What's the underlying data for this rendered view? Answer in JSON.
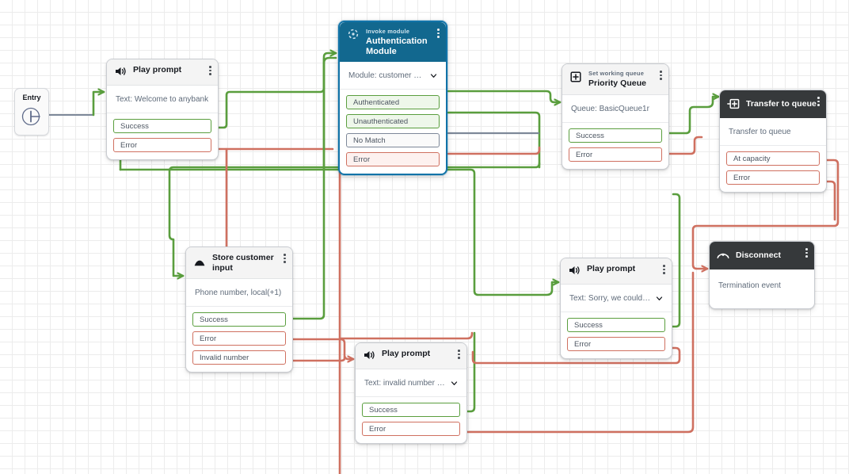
{
  "canvas": {
    "background": "#ffffff",
    "grid_color": "#ececec"
  },
  "palette": {
    "success_green": "#5a9e3e",
    "error_red": "#cf7060",
    "neutral_gray": "#7d8899",
    "selected_blue": "#1173a8",
    "teal_header": "#12688f",
    "dark_header": "#36393b"
  },
  "entry": {
    "label": "Entry",
    "icon": "entry-port-icon"
  },
  "nodes": [
    {
      "id": "play-prompt-welcome",
      "type_label": "",
      "title": "Play prompt",
      "icon": "speaker-icon",
      "body": "Text: Welcome to anybank",
      "has_chevron": false,
      "header_style": "light",
      "selected": false,
      "ports": [
        {
          "label": "Success",
          "kind": "ok"
        },
        {
          "label": "Error",
          "kind": "err"
        }
      ]
    },
    {
      "id": "authentication-module",
      "type_label": "Invoke module",
      "title": "Authentication Module",
      "icon": "module-icon",
      "body": "Module: customer authen...",
      "has_chevron": true,
      "header_style": "teal",
      "selected": true,
      "ports": [
        {
          "label": "Authenticated",
          "kind": "hl-ok"
        },
        {
          "label": "Unauthenticated",
          "kind": "hl-ok"
        },
        {
          "label": "No Match",
          "kind": "neutral"
        },
        {
          "label": "Error",
          "kind": "hl-err"
        }
      ]
    },
    {
      "id": "priority-queue",
      "type_label": "Set working queue",
      "title": "Priority Queue",
      "icon": "set-queue-icon",
      "body": "Queue: BasicQueue1r",
      "has_chevron": false,
      "header_style": "light",
      "selected": false,
      "ports": [
        {
          "label": "Success",
          "kind": "ok"
        },
        {
          "label": "Error",
          "kind": "err"
        }
      ]
    },
    {
      "id": "transfer-to-queue",
      "type_label": "",
      "title": "Transfer to queue",
      "icon": "transfer-queue-icon",
      "body": "Transfer to queue",
      "has_chevron": false,
      "header_style": "dark",
      "selected": false,
      "ports": [
        {
          "label": "At capacity",
          "kind": "err"
        },
        {
          "label": "Error",
          "kind": "err"
        }
      ]
    },
    {
      "id": "store-customer-input",
      "type_label": "",
      "title": "Store customer input",
      "icon": "store-input-icon",
      "body": "Phone number, local(+1)",
      "has_chevron": false,
      "header_style": "light",
      "selected": false,
      "ports": [
        {
          "label": "Success",
          "kind": "ok"
        },
        {
          "label": "Error",
          "kind": "err"
        },
        {
          "label": "Invalid number",
          "kind": "err"
        }
      ]
    },
    {
      "id": "play-prompt-sorry",
      "type_label": "",
      "title": "Play prompt",
      "icon": "speaker-icon",
      "body": "Text: Sorry, we could not...",
      "has_chevron": true,
      "header_style": "light",
      "selected": false,
      "ports": [
        {
          "label": "Success",
          "kind": "ok"
        },
        {
          "label": "Error",
          "kind": "err"
        }
      ]
    },
    {
      "id": "play-prompt-invalid",
      "type_label": "",
      "title": "Play prompt",
      "icon": "speaker-icon",
      "body": "Text: invalid number or s...",
      "has_chevron": true,
      "header_style": "light",
      "selected": false,
      "ports": [
        {
          "label": "Success",
          "kind": "ok"
        },
        {
          "label": "Error",
          "kind": "err"
        }
      ]
    },
    {
      "id": "disconnect",
      "type_label": "",
      "title": "Disconnect",
      "icon": "hangup-icon",
      "body": "Termination event",
      "has_chevron": false,
      "header_style": "dark",
      "selected": false,
      "ports": []
    }
  ]
}
